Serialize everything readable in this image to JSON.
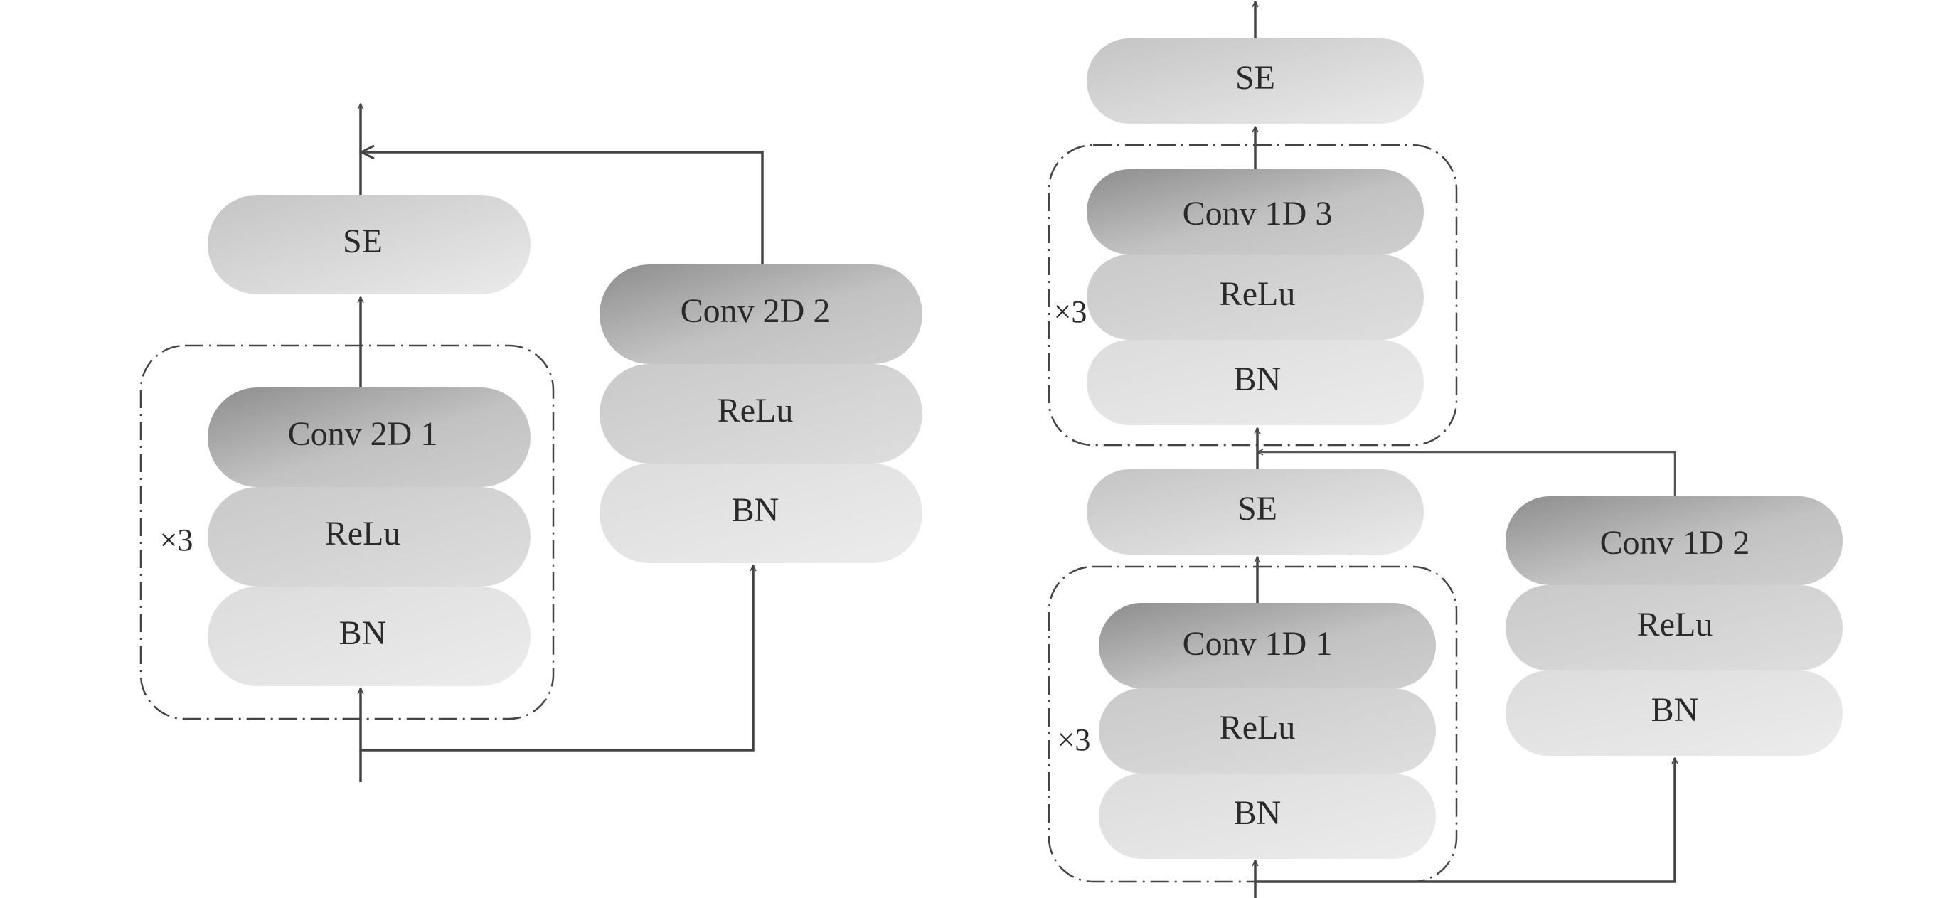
{
  "left": {
    "se_label": "SE",
    "repeat_label": "×3",
    "main_stack": [
      "Conv 2D 1",
      "ReLu",
      "BN"
    ],
    "skip_stack": [
      "Conv 2D 2",
      "ReLu",
      "BN"
    ]
  },
  "right": {
    "top_se_label": "SE",
    "upper_repeat_label": "×3",
    "upper_stack": [
      "Conv 1D 3",
      "ReLu",
      "BN"
    ],
    "mid_se_label": "SE",
    "lower_repeat_label": "×3",
    "lower_stack": [
      "Conv 1D 1",
      "ReLu",
      "BN"
    ],
    "skip_stack": [
      "Conv 1D 2",
      "ReLu",
      "BN"
    ]
  },
  "colors": {
    "conv_dark": "#8f8f8f",
    "conv_light": "#c9c9c9",
    "relu": "#d3d3d3",
    "bn": "#e4e4e4",
    "se": "#d6d6d6",
    "line": "#444444",
    "text": "#2a2a2a"
  }
}
